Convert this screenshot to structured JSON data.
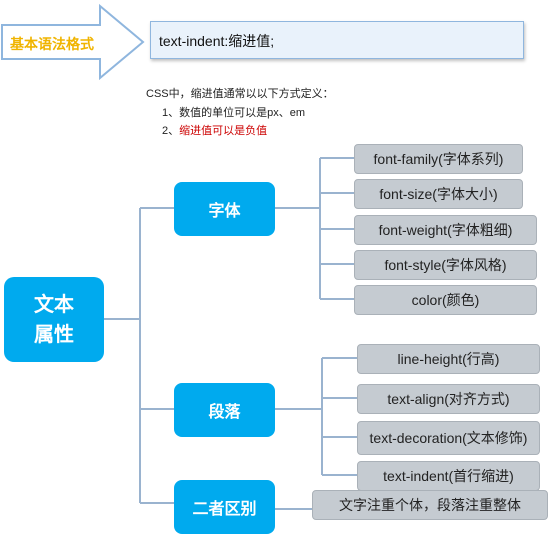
{
  "banner": {
    "label": "基本语法格式",
    "syntax": "text-indent:缩进值;"
  },
  "notes": {
    "intro": "CSS中，缩进值通常以以下方式定义：",
    "item1": "1、数值的单位可以是px、em",
    "item2_num": "2、",
    "item2_text": "缩进值可以是负值"
  },
  "mindmap": {
    "root": "文本属性",
    "branches": [
      {
        "label": "字体",
        "leaves": [
          "font-family(字体系列)",
          "font-size(字体大小)",
          "font-weight(字体粗细)",
          "font-style(字体风格)",
          "color(颜色)"
        ]
      },
      {
        "label": "段落",
        "leaves": [
          "line-height(行高)",
          "text-align(对齐方式)",
          "text-decoration(文本修饰)",
          "text-indent(首行缩进)"
        ]
      },
      {
        "label": "二者区别",
        "leaves": [
          "文字注重个体，段落注重整体"
        ]
      }
    ]
  },
  "colors": {
    "node_blue": "#00aaee",
    "leaf_gray": "#c5cbd1",
    "connector": "#9ab3cf",
    "banner_label": "#f0b400",
    "highlight_red": "#cc0000"
  }
}
